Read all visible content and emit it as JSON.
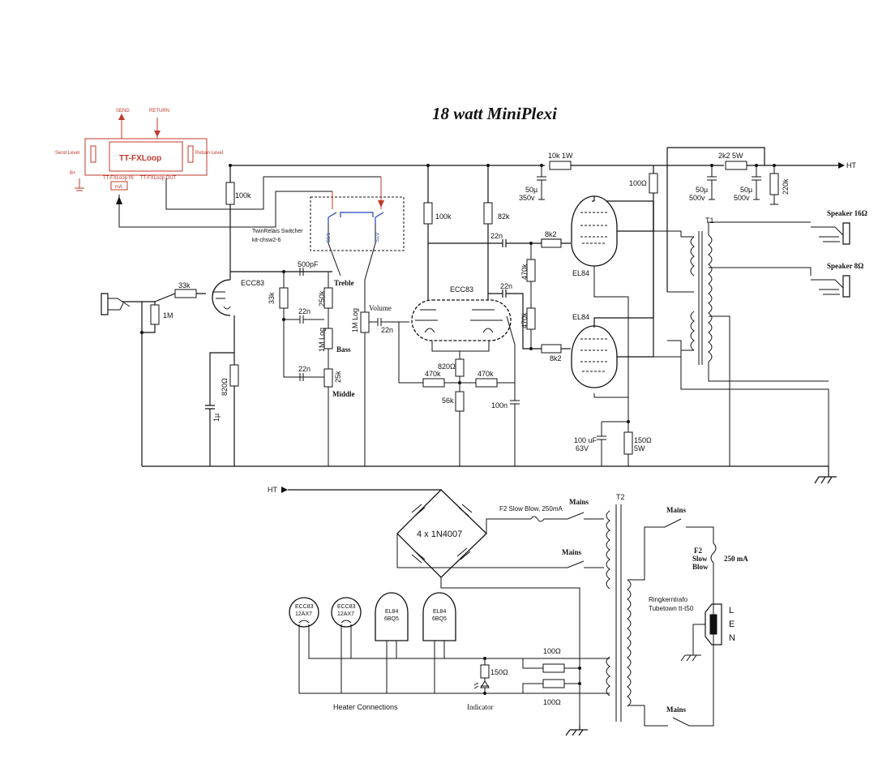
{
  "title": "18 watt MiniPlexi",
  "fxloop": {
    "name": "TT-FXLoop",
    "send": "SEND",
    "return": "RETURN",
    "send_level": "Send Level",
    "return_level": "Return Level",
    "b_plus": "B+",
    "in_label": "TT-FXLoop IN",
    "out_label": "TT-FXLoop OUT",
    "ma": "mA"
  },
  "switcher": {
    "line1": "TwinRelais Switcher",
    "line2": "kit-chsw2-6",
    "k1": "S1/1",
    "k2": "S1/2"
  },
  "ht": "HT",
  "labels": {
    "r_10k_1w": "10k 1W",
    "r_2k2_5w": "2k2 5W",
    "r_100ohm_top": "100Ω",
    "c_50u_350v_value": "50µ",
    "c_50u_350v_voltage": "350v",
    "c_50u_500v_a_value": "50µ",
    "c_50u_500v_a_voltage": "500v",
    "c_50u_500v_b_value": "50µ",
    "c_50u_500v_b_voltage": "500v",
    "r_220k": "220k",
    "r_100k_a": "100k",
    "r_100k_b": "100k",
    "r_82k": "82k",
    "r_33k_input": "33k",
    "r_1m_input": "1M",
    "tube_v1": "ECC83",
    "c_500pf": "500pF",
    "r_33k_tone": "33k",
    "pot_250k": "250k",
    "treble": "Treble",
    "c_22n_bass": "22n",
    "pot_1m_log_bass": "1M Log",
    "bass": "Bass",
    "r_820_v1": "820Ω",
    "c_1u": "1µ",
    "c_22n_mid": "22n",
    "pot_25k": "25k",
    "middle": "Middle",
    "pot_1m_log_vol": "1M Log",
    "volume": "Volume",
    "c_22n_vol": "22n",
    "tube_pi": "ECC83",
    "r_820_pi": "820Ω",
    "r_470k_pi_a": "470k",
    "r_470k_pi_b": "470k",
    "r_56k": "56k",
    "c_100n": "100n",
    "c_22n_pi_a": "22n",
    "c_22n_pi_b": "22n",
    "r_470k_grid_a": "470k",
    "r_470k_grid_b": "470k",
    "r_8k2_a": "8k2",
    "r_8k2_b": "8k2",
    "tube_el84_a": "EL84",
    "tube_el84_b": "EL84",
    "c_100u_value": "100 uF",
    "c_100u_voltage": "63V",
    "r_150_5w_value": "150Ω",
    "r_150_5w_power": "5W",
    "t1": "T1",
    "speaker_16": "Speaker 16Ω",
    "speaker_8": "Speaker 8Ω",
    "bridge": "4 x 1N4007",
    "fuse2": "F2 Slow Blow, 250mA",
    "mains_1": "Mains",
    "mains_2": "Mains",
    "mains_3": "Mains",
    "mains_4": "Mains",
    "t2": "T2",
    "f2_l1": "F2",
    "f2_l2": "Slow",
    "f2_l3": "Blow",
    "f2_value": "250 mA",
    "iec_l": "L",
    "iec_e": "E",
    "iec_n": "N",
    "ringkern_l1": "Ringkerntrafo",
    "ringkern_l2": "Tubetown tt-t50",
    "heater_1_a": "ECC83",
    "heater_1_b": "12AX7",
    "heater_2_a": "ECC83",
    "heater_2_b": "12AX7",
    "heater_3_a": "EL84",
    "heater_3_b": "6BQ5",
    "heater_4_a": "EL84",
    "heater_4_b": "6BQ5",
    "r_100_heater_a": "100Ω",
    "r_100_heater_b": "100Ω",
    "r_150_ind": "150Ω",
    "heater_connections": "Heater Connections",
    "indicator": "Indicator"
  }
}
